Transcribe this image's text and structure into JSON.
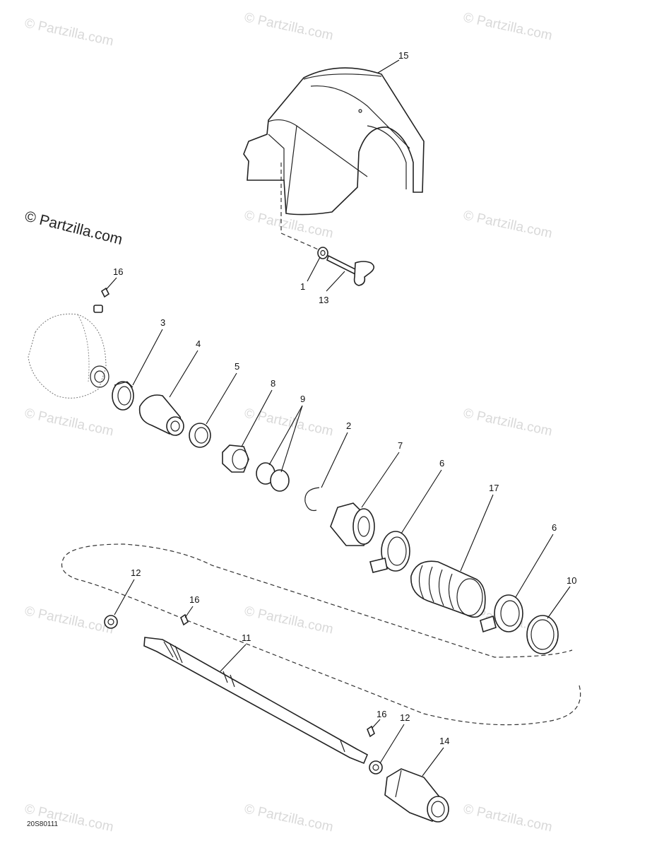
{
  "watermark": {
    "tile_text": "© Partzilla.com",
    "main_text": "© Partzilla.com"
  },
  "diagram_code": "20S80111",
  "callouts": [
    {
      "id": "c15",
      "label": "15"
    },
    {
      "id": "c1",
      "label": "1"
    },
    {
      "id": "c13",
      "label": "13"
    },
    {
      "id": "c16a",
      "label": "16"
    },
    {
      "id": "c3",
      "label": "3"
    },
    {
      "id": "c4",
      "label": "4"
    },
    {
      "id": "c5",
      "label": "5"
    },
    {
      "id": "c8",
      "label": "8"
    },
    {
      "id": "c9",
      "label": "9"
    },
    {
      "id": "c2",
      "label": "2"
    },
    {
      "id": "c7",
      "label": "7"
    },
    {
      "id": "c6a",
      "label": "6"
    },
    {
      "id": "c17",
      "label": "17"
    },
    {
      "id": "c6b",
      "label": "6"
    },
    {
      "id": "c10",
      "label": "10"
    },
    {
      "id": "c12a",
      "label": "12"
    },
    {
      "id": "c16b",
      "label": "16"
    },
    {
      "id": "c11",
      "label": "11"
    },
    {
      "id": "c16c",
      "label": "16"
    },
    {
      "id": "c12b",
      "label": "12"
    },
    {
      "id": "c14",
      "label": "14"
    }
  ]
}
